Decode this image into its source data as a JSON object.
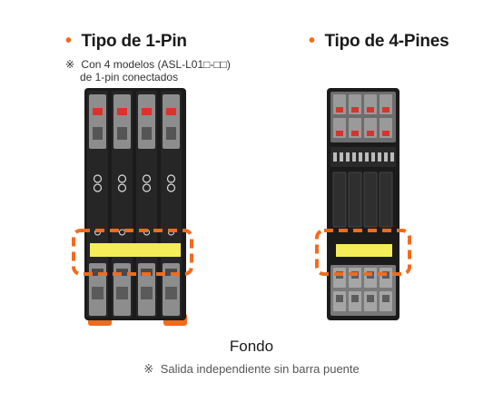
{
  "left_section": {
    "bullet": "•",
    "title": "Tipo de 1-Pin",
    "note_mark": "※",
    "note_line1": "Con 4 modelos (ASL-L01□-□□)",
    "note_line2": "de 1-pin conectados"
  },
  "right_section": {
    "bullet": "•",
    "title": "Tipo de 4-Pines"
  },
  "footer": {
    "title": "Fondo",
    "note_mark": "※",
    "note": "Salida independiente sin barra puente"
  },
  "colors": {
    "accent": "#f26b1d",
    "highlight": "#f5ec5a",
    "body": "#1b1b1b",
    "terminal": "#8a8a8a",
    "red_marker": "#d9332b"
  },
  "icons": {
    "left_module": "relay-module-1pin-image",
    "right_module": "relay-module-4pin-image"
  }
}
